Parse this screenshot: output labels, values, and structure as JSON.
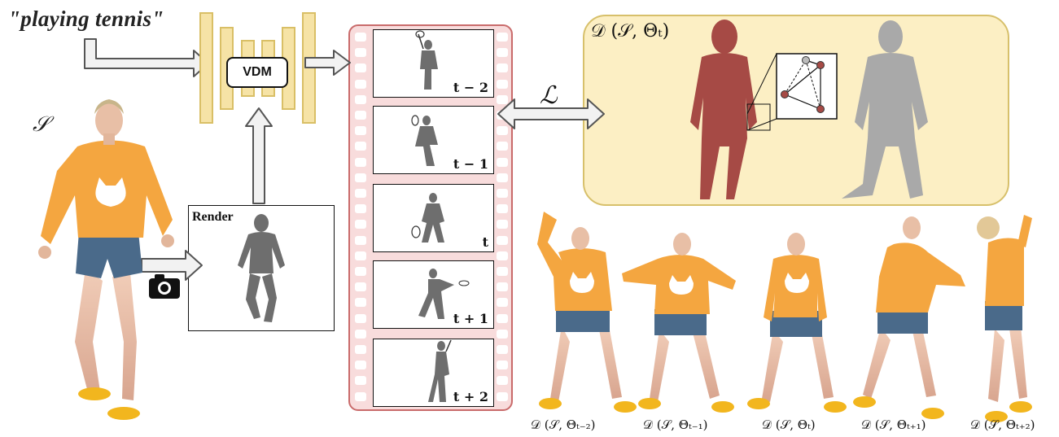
{
  "prompt_text": "\"playing tennis\"",
  "subject_symbol": "𝒮",
  "vdm_label": "VDM",
  "render_label": "Render",
  "loss_symbol": "ℒ",
  "panel_label": "𝒟 (𝒮, Θₜ)",
  "frames": [
    {
      "label": "t − 2"
    },
    {
      "label": "t − 1"
    },
    {
      "label": "t"
    },
    {
      "label": "t + 1"
    },
    {
      "label": "t + 2"
    }
  ],
  "bottom_labels": [
    "𝒟 (𝒮, Θₜ₋₂)",
    "𝒟 (𝒮, Θₜ₋₁)",
    "𝒟 (𝒮, Θₜ)",
    "𝒟 (𝒮, Θₜ₊₁)",
    "𝒟 (𝒮, Θₜ₊₂)"
  ],
  "icons": [
    "camera-icon",
    "arrow-icon"
  ],
  "colors": {
    "vdm_bars": "#f6e3a6",
    "vdm_bar_border": "#d9bf66",
    "film_border": "#c96b6b",
    "film_fill": "#f8dcdc",
    "panel_fill": "#fcefc4",
    "panel_border": "#d7c06b",
    "sweater": "#f4a640",
    "shorts": "#4a6a8a",
    "red_body": "#a64a45",
    "gray_body": "#a9a9a9"
  }
}
